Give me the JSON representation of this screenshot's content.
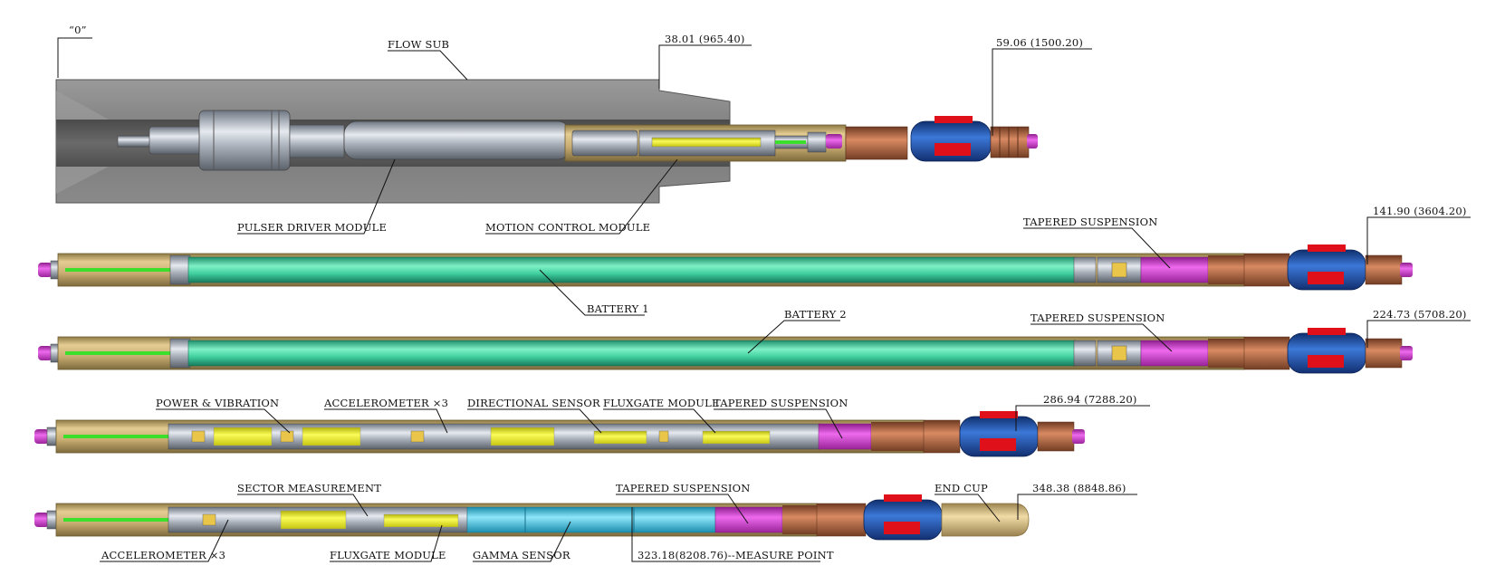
{
  "labels": {
    "zero_marker": "“0”",
    "flow_sub": "FLOW SUB",
    "dim_38": "38.01 (965.40)",
    "dim_59": "59.06 (1500.20)",
    "pulser_driver": "PULSER DRIVER MODULE",
    "motion_control": "MOTION CONTROL MODULE",
    "tapered_suspension_1": "TAPERED SUSPENSION",
    "dim_141": "141.90 (3604.20)",
    "battery_1": "BATTERY 1",
    "battery_2": "BATTERY 2",
    "tapered_suspension_2": "TAPERED SUSPENSION",
    "dim_224": "224.73 (5708.20)",
    "power_vibration": "POWER & VIBRATION",
    "accelerometer_top": "ACCELEROMETER ×3",
    "directional_sensor": "DIRECTIONAL SENSOR",
    "fluxgate_top": "FLUXGATE MODULE",
    "tapered_suspension_3": "TAPERED SUSPENSION",
    "dim_286": "286.94 (7288.20)",
    "sector_measurement": "SECTOR MEASUREMENT",
    "tapered_suspension_4": "TAPERED SUSPENSION",
    "end_cup": "END CUP",
    "dim_348": "348.38 (8848.86)",
    "accelerometer_bottom": "ACCELEROMETER ×3",
    "fluxgate_bottom": "FLUXGATE MODULE",
    "gamma_sensor": "GAMMA SENSOR",
    "measure_point": "323.18(8208.76)--MEASURE POINT"
  },
  "colors": {
    "housing": "#c9ad72",
    "battery": "#3fcf9f",
    "electronics": "#eaea20",
    "suspension": "#d63bd6",
    "copper": "#b8663f",
    "centralizer": "#1f55b8",
    "red_pad": "#e0101a",
    "gamma": "#3cc6e6",
    "endcup": "#d8bd78",
    "wire": "#3ce02c",
    "flow_sub": "#8c8c8c"
  }
}
